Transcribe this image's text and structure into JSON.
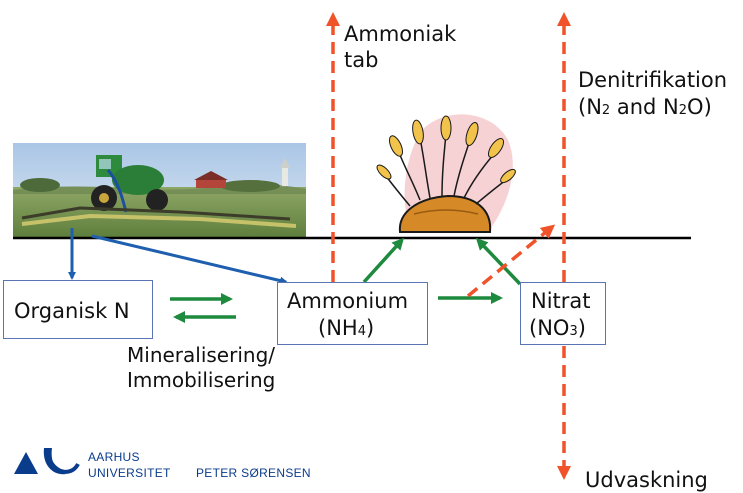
{
  "labels": {
    "ammonia_loss_line1": "Ammoniak",
    "ammonia_loss_line2": "tab",
    "denitrification_line1": "Denitrifikation",
    "denitrification_n2": "(N",
    "denitrification_sub2": "2",
    "denitrification_and": " and N",
    "denitrification_sub2b": "2",
    "denitrification_o": "O)",
    "leaching": "Udvaskning",
    "process_line1": "Mineralisering/",
    "process_line2": "Immobilisering"
  },
  "boxes": {
    "organic_n": "Organisk N",
    "ammonium_name": "Ammonium",
    "ammonium_formula_open": "(NH",
    "ammonium_formula_sub": "4",
    "ammonium_formula_close": ")",
    "nitrate_name": "Nitrat",
    "nitrate_formula_open": "(NO",
    "nitrate_formula_sub": "3",
    "nitrate_formula_close": ")"
  },
  "logo": {
    "line1": "AARHUS",
    "line2": "UNIVERSITET",
    "author": "PETER SØRENSEN"
  },
  "colors": {
    "blue_arrow": "#1f5fb0",
    "green_arrow": "#1e8a3e",
    "loss_arrow": "#f0532a",
    "box_border": "#5b74b3",
    "brand_blue": "#0a3c8c"
  }
}
